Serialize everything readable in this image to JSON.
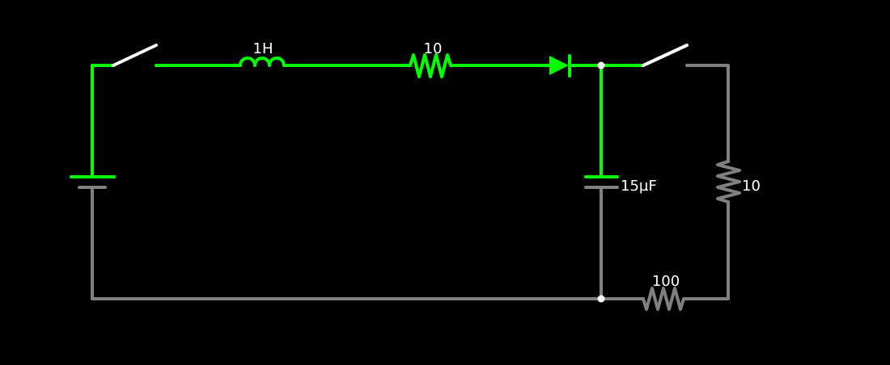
{
  "colors": {
    "background": "#000000",
    "active": "#00ff00",
    "inactive": "#808080",
    "switch": "#ffffff",
    "node": "#ffffff"
  },
  "components": {
    "inductor": {
      "label": "1H"
    },
    "resistor_top": {
      "label": "10"
    },
    "capacitor": {
      "label": "15µF"
    },
    "resistor_right": {
      "label": "10"
    },
    "resistor_bottom": {
      "label": "100"
    }
  }
}
